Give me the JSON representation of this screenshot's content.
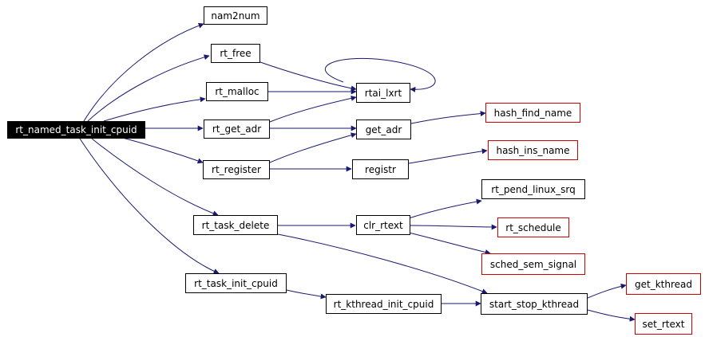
{
  "nodes": {
    "root": {
      "label": "rt_named_task_init_cpuid"
    },
    "nam2num": {
      "label": "nam2num"
    },
    "rt_free": {
      "label": "rt_free"
    },
    "rt_malloc": {
      "label": "rt_malloc"
    },
    "rt_get_adr": {
      "label": "rt_get_adr"
    },
    "rt_register": {
      "label": "rt_register"
    },
    "rt_task_delete": {
      "label": "rt_task_delete"
    },
    "rt_task_init_cpuid": {
      "label": "rt_task_init_cpuid"
    },
    "rtai_lxrt": {
      "label": "rtai_lxrt"
    },
    "get_adr": {
      "label": "get_adr"
    },
    "registr": {
      "label": "registr"
    },
    "clr_rtext": {
      "label": "clr_rtext"
    },
    "rt_kthread_init_cpuid": {
      "label": "rt_kthread_init_cpuid"
    },
    "hash_find_name": {
      "label": "hash_find_name"
    },
    "hash_ins_name": {
      "label": "hash_ins_name"
    },
    "rt_pend_linux_srq": {
      "label": "rt_pend_linux_srq"
    },
    "rt_schedule": {
      "label": "rt_schedule"
    },
    "sched_sem_signal": {
      "label": "sched_sem_signal"
    },
    "start_stop_kthread": {
      "label": "start_stop_kthread"
    },
    "get_kthread": {
      "label": "get_kthread"
    },
    "set_rtext": {
      "label": "set_rtext"
    }
  },
  "colors": {
    "edge": "#191970",
    "truncated_border": "#d00000"
  }
}
